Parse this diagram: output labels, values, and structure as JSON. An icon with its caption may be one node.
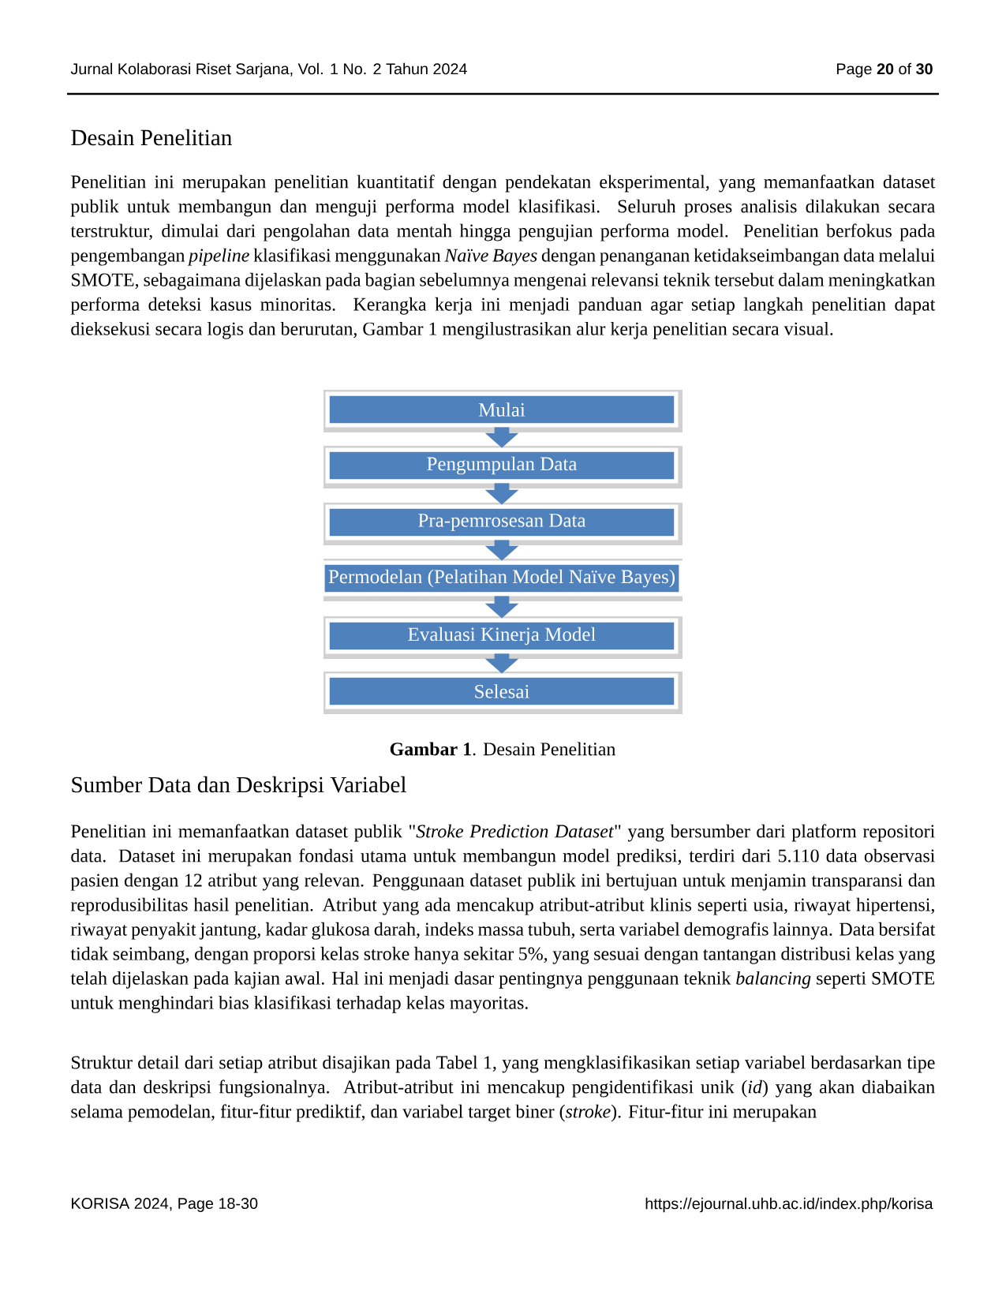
{
  "diagram": {
    "caption": "**Gambar 1**. Desain Penelitian",
    "nodes": [
      {
        "text": [
          "Mulai"
        ]
      },
      {
        "text": [
          "Pengumpulan Data"
        ]
      },
      {
        "text": [
          "Pra-pemrosesan Data"
        ]
      },
      {
        "text": [
          "Permodelan (Pelatihan Model Naïve Bayes)"
        ]
      },
      {
        "text": [
          "Evaluasi Kinerja Model"
        ]
      },
      {
        "text": [
          "Selesai"
        ]
      }
    ],
    "edges": [
      {
        "from": 0,
        "to": 1,
        "arrow": "to"
      },
      {
        "from": 1,
        "to": 2,
        "arrow": "to"
      },
      {
        "from": 2,
        "to": 3,
        "arrow": "to"
      },
      {
        "from": 3,
        "to": 4,
        "arrow": "to"
      },
      {
        "from": 4,
        "to": 5,
        "arrow": "to"
      }
    ],
    "labels": [
      "Jurnal Kolaborasi Riset Sarjana, Vol. 1 No. 2 Tahun 2024",
      "Page **20** of **30**",
      "Desain Penelitian",
      "Penelitian ini merupakan penelitian kuantitatif dengan pendekatan eksperimental, yang memanfaatkan dataset publik untuk membangun dan menguji performa model klasifikasi. Seluruh proses analisis dilakukan secara terstruktur, dimulai dari pengolahan data mentah hingga pengujian performa model. Penelitian berfokus pada pengembangan *pipeline* klasifikasi menggunakan *Naïve Bayes* dengan penanganan ketidakseimbangan data melalui SMOTE, sebagaimana dijelaskan pada bagian sebelumnya mengenai relevansi teknik tersebut dalam meningkatkan performa deteksi kasus minoritas. Kerangka kerja ini menjadi panduan agar setiap langkah penelitian dapat dieksekusi secara logis dan berurutan, Gambar 1 mengilustrasikan alur kerja penelitian secara visual.",
      "Sumber Data dan Deskripsi Variabel",
      "Penelitian ini memanfaatkan dataset publik \"*Stroke Prediction Dataset*\" yang bersumber dari platform repositori data. Dataset ini merupakan fondasi utama untuk membangun model prediksi, terdiri dari 5.110 data observasi pasien dengan 12 atribut yang relevan. Penggunaan dataset publik ini bertujuan untuk menjamin transparansi dan reprodusibilitas hasil penelitian. Atribut yang ada mencakup atribut-atribut klinis seperti usia, riwayat hipertensi, riwayat penyakit jantung, kadar glukosa darah, indeks massa tubuh, serta variabel demografis lainnya. Data bersifat tidak seimbang, dengan proporsi kelas stroke hanya sekitar 5%, yang sesuai dengan tantangan distribusi kelas yang telah dijelaskan pada kajian awal. Hal ini menjadi dasar pentingnya penggunaan teknik *balancing* seperti SMOTE untuk menghindari bias klasifikasi terhadap kelas mayoritas.",
      "Struktur detail dari setiap atribut disajikan pada Tabel 1, yang mengklasifikasikan setiap variabel berdasarkan tipe data dan deskripsi fungsionalnya. Atribut-atribut ini mencakup pengidentifikasi unik (*id*) yang akan diabaikan selama pemodelan, fitur-fitur prediktif, dan variabel target biner (*stroke*). Fitur-fitur ini merupakan",
      "KORISA  2024, Page 18-30",
      "https://ejournal.uhb.ac.id/index.php/korisa"
    ]
  }
}
